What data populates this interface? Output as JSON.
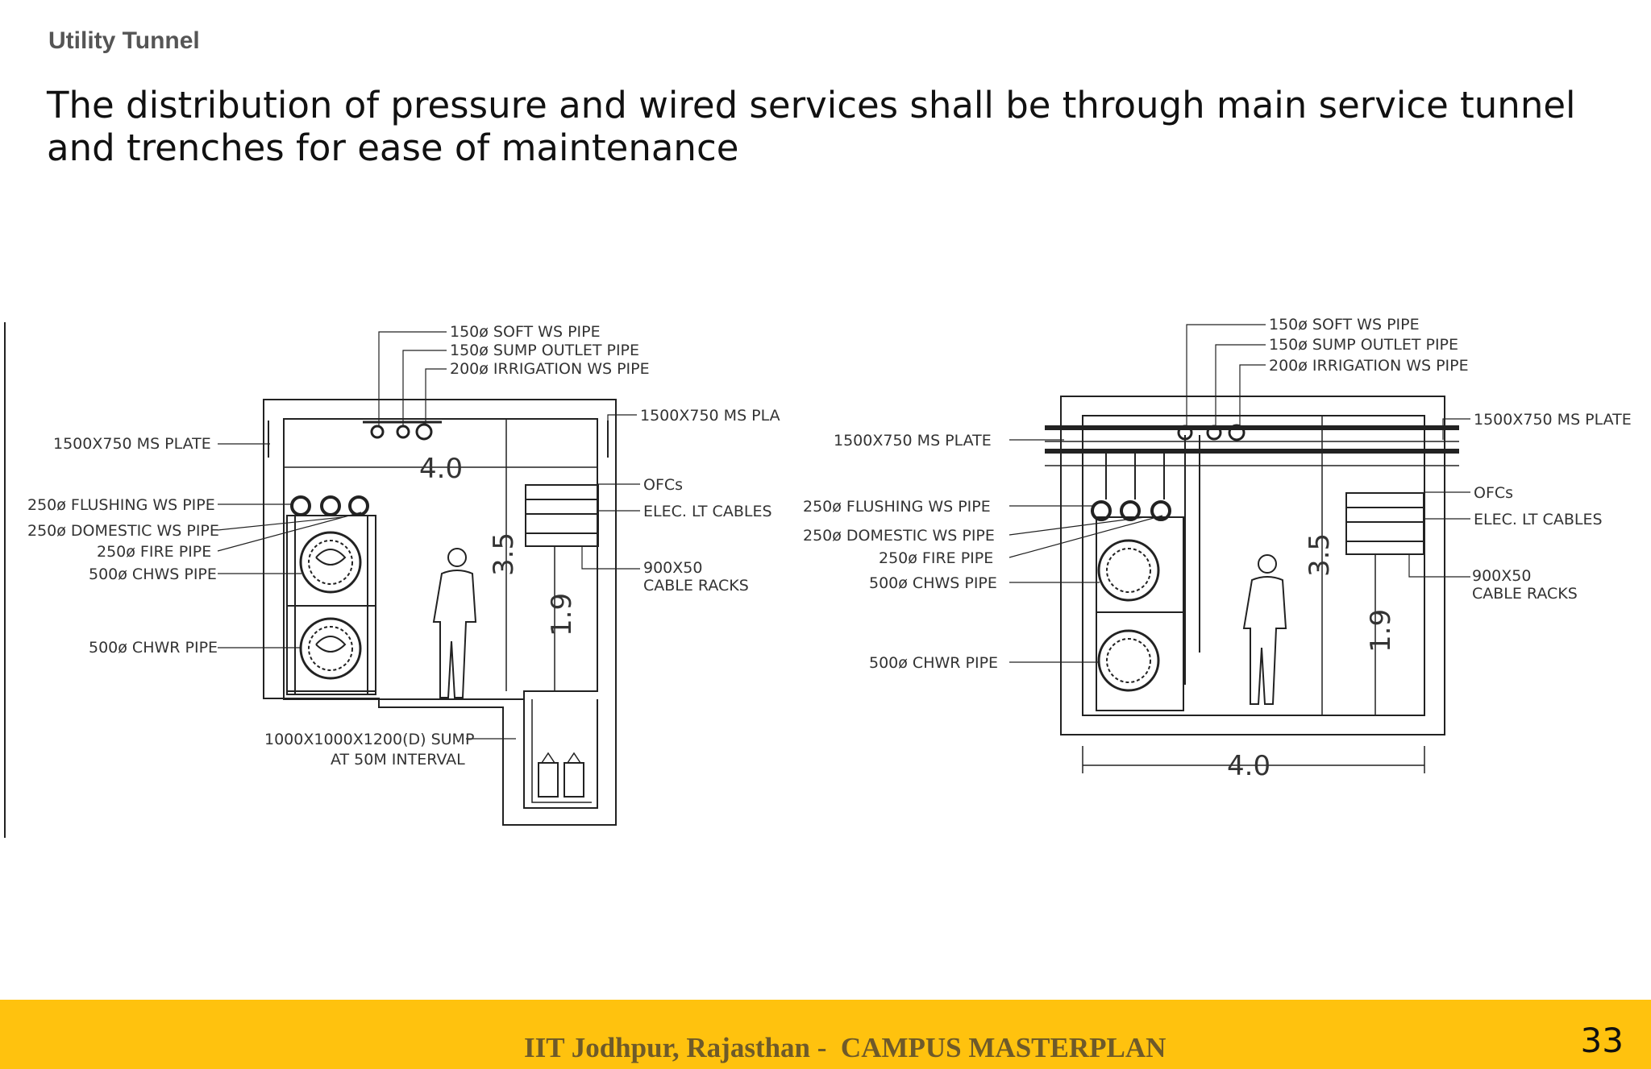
{
  "header": {
    "section_label": "Utility Tunnel",
    "headline": "The distribution of pressure and wired services shall be through main service tunnel and trenches for ease of maintenance"
  },
  "diagram_left": {
    "labels": {
      "soft_ws": "150ø SOFT WS PIPE",
      "sump_outlet": "150ø SUMP OUTLET PIPE",
      "irrigation": "200ø IRRIGATION WS PIPE",
      "ms_plate_left": "1500X750 MS PLATE",
      "ms_plate_right": "1500X750 MS PLA",
      "flushing": "250ø FLUSHING WS PIPE",
      "domestic": "250ø DOMESTIC WS PIPE",
      "fire": "250ø FIRE PIPE",
      "chws": "500ø CHWS PIPE",
      "chwr": "500ø CHWR PIPE",
      "ofcs": "OFCs",
      "elec": "ELEC. LT CABLES",
      "racks_1": "900X50",
      "racks_2": "CABLE RACKS",
      "sump_1": "1000X1000X1200(D) SUMP",
      "sump_2": "AT 50M INTERVAL",
      "dim_width": "4.0",
      "dim_height": "3.5",
      "dim_rack": "1.9"
    }
  },
  "diagram_right": {
    "labels": {
      "soft_ws": "150ø SOFT WS PIPE",
      "sump_outlet": "150ø SUMP OUTLET PIPE",
      "irrigation": "200ø IRRIGATION WS PIPE",
      "ms_plate_left": "1500X750 MS PLATE",
      "ms_plate_right": "1500X750 MS PLATE",
      "flushing": "250ø FLUSHING WS PIPE",
      "domestic": "250ø DOMESTIC WS PIPE",
      "fire": "250ø FIRE PIPE",
      "chws": "500ø CHWS PIPE",
      "chwr": "500ø CHWR PIPE",
      "ofcs": "OFCs",
      "elec": "ELEC. LT CABLES",
      "racks_1": "900X50",
      "racks_2": "CABLE RACKS",
      "dim_width": "4.0",
      "dim_height": "3.5",
      "dim_rack": "1.9"
    }
  },
  "footer": {
    "title": "IIT Jodhpur, Rajasthan -  CAMPUS MASTERPLAN",
    "page_number": "33"
  },
  "colors": {
    "footer_bar": "#ffc20e",
    "footer_text": "#6e5a2a"
  }
}
